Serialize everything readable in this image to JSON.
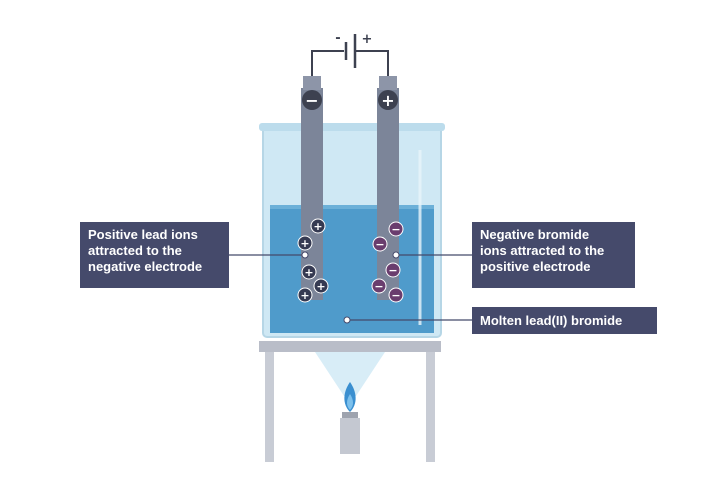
{
  "labels": {
    "positive_ions": "Positive lead ions\nattracted to the\nnegative electrode",
    "negative_ions": "Negative bromide\nions attracted to the\npositive electrode",
    "molten": "Molten lead(II) bromide"
  },
  "signs": {
    "cathode": "−",
    "anode": "+",
    "battery_negative": "-",
    "battery_positive": "+",
    "cation": "+",
    "anion": "−"
  },
  "colors": {
    "liquid": "#4f9bcb",
    "beaker": "#cfe8f4",
    "electrode": "#7c8599",
    "label_bg": "#454a6b",
    "cation_fill": "#353a52",
    "anion_fill": "#6a3d6e",
    "stand": "#b9bdc8",
    "flame": "#3a8fd0"
  }
}
